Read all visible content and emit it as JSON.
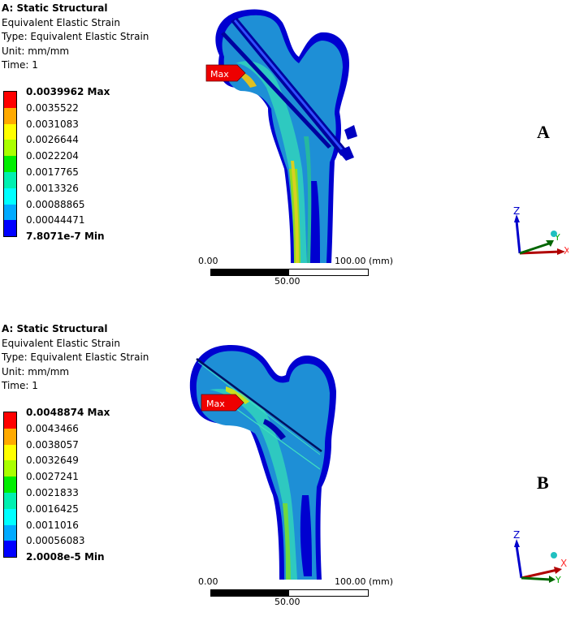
{
  "panels": [
    {
      "id": "A",
      "header": {
        "title": "A: Static Structural",
        "result": "Equivalent Elastic Strain",
        "type": "Type: Equivalent Elastic Strain",
        "unit": "Unit: mm/mm",
        "time": "Time: 1"
      },
      "legend": {
        "labels": [
          "0.0039962 Max",
          "0.0035522",
          "0.0031083",
          "0.0026644",
          "0.0022204",
          "0.0017765",
          "0.0013326",
          "0.00088865",
          "0.00044471",
          "7.8071e-7 Min"
        ],
        "colors": [
          "#ff0000",
          "#ffaa00",
          "#ffff00",
          "#aaff00",
          "#00ee00",
          "#00f0b0",
          "#00ffff",
          "#00aaff",
          "#0000ff"
        ]
      },
      "max_tag": "Max",
      "scale": {
        "start": "0.00",
        "end": "100.00 (mm)",
        "mid": "50.00"
      },
      "panel_label": "A",
      "triad": {
        "z": "Z",
        "y": "Y",
        "x": "X"
      }
    },
    {
      "id": "B",
      "header": {
        "title": "A: Static Structural",
        "result": "Equivalent Elastic Strain",
        "type": "Type: Equivalent Elastic Strain",
        "unit": "Unit: mm/mm",
        "time": "Time: 1"
      },
      "legend": {
        "labels": [
          "0.0048874 Max",
          "0.0043466",
          "0.0038057",
          "0.0032649",
          "0.0027241",
          "0.0021833",
          "0.0016425",
          "0.0011016",
          "0.00056083",
          "2.0008e-5 Min"
        ],
        "colors": [
          "#ff0000",
          "#ffaa00",
          "#ffff00",
          "#aaff00",
          "#00ee00",
          "#00f0b0",
          "#00ffff",
          "#00aaff",
          "#0000ff"
        ]
      },
      "max_tag": "Max",
      "scale": {
        "start": "0.00",
        "end": "100.00 (mm)",
        "mid": "50.00"
      },
      "panel_label": "B",
      "triad": {
        "z": "Z",
        "y": "Y",
        "x": "X"
      }
    }
  ]
}
